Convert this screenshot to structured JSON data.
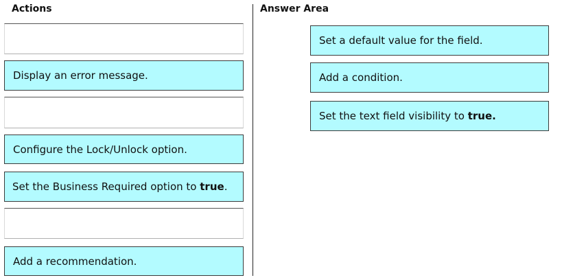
{
  "actions": {
    "heading": "Actions",
    "items": [
      {
        "text": ""
      },
      {
        "text": "Display an error message."
      },
      {
        "text": ""
      },
      {
        "text": "Configure the Lock/Unlock option."
      },
      {
        "text": "Set the Business Required option to ",
        "bold": "true",
        "suffix": "."
      },
      {
        "text": ""
      },
      {
        "text": "Add a recommendation."
      }
    ]
  },
  "answer_area": {
    "heading": "Answer Area",
    "items": [
      {
        "text": "Set a default value for the field."
      },
      {
        "text": "Add a condition."
      },
      {
        "text": "Set the text field visibility to ",
        "bold": "true."
      }
    ]
  },
  "colors": {
    "tile_fill": "#b3fbff",
    "tile_border": "#3a3a3a"
  }
}
